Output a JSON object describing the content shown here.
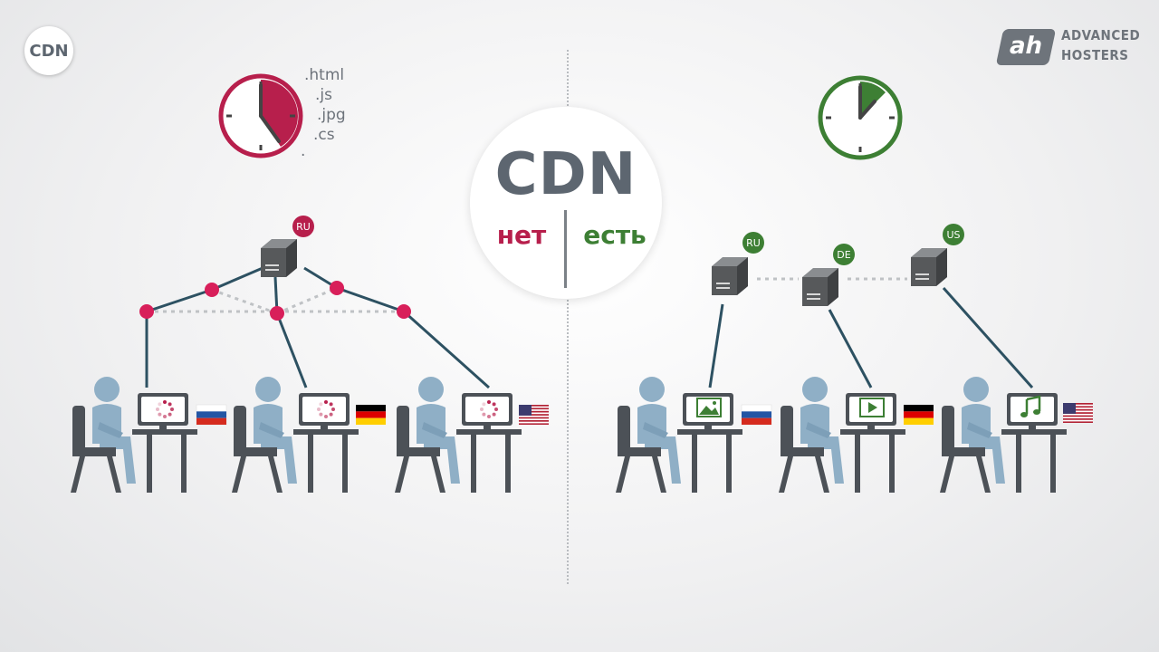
{
  "corner_badge": "CDN",
  "brand": {
    "logo": "ah",
    "line1": "ADVANCED",
    "line2": "HOSTERS"
  },
  "center": {
    "title": "CDN",
    "without": "нет",
    "with": "есть"
  },
  "files": [
    ".html",
    ".js",
    ".jpg",
    ".cs",
    "."
  ],
  "left": {
    "server_label": "RU",
    "clock_color": "#b71f4c",
    "users": [
      {
        "flag": "russia-flag"
      },
      {
        "flag": "germany-flag"
      },
      {
        "flag": "usa-flag"
      }
    ]
  },
  "right": {
    "clock_color": "#3d7f34",
    "servers": [
      {
        "label": "RU"
      },
      {
        "label": "DE"
      },
      {
        "label": "US"
      }
    ],
    "users": [
      {
        "screen_icon": "image-icon",
        "flag": "russia-flag"
      },
      {
        "screen_icon": "video-play-icon",
        "flag": "germany-flag"
      },
      {
        "screen_icon": "music-note-icon",
        "flag": "usa-flag"
      }
    ]
  },
  "colors": {
    "slow": "#b71f4c",
    "fast": "#3d7f34",
    "person": "#8fafc6",
    "furniture": "#4c5157",
    "line": "#2d5162",
    "server": "#57595b"
  }
}
